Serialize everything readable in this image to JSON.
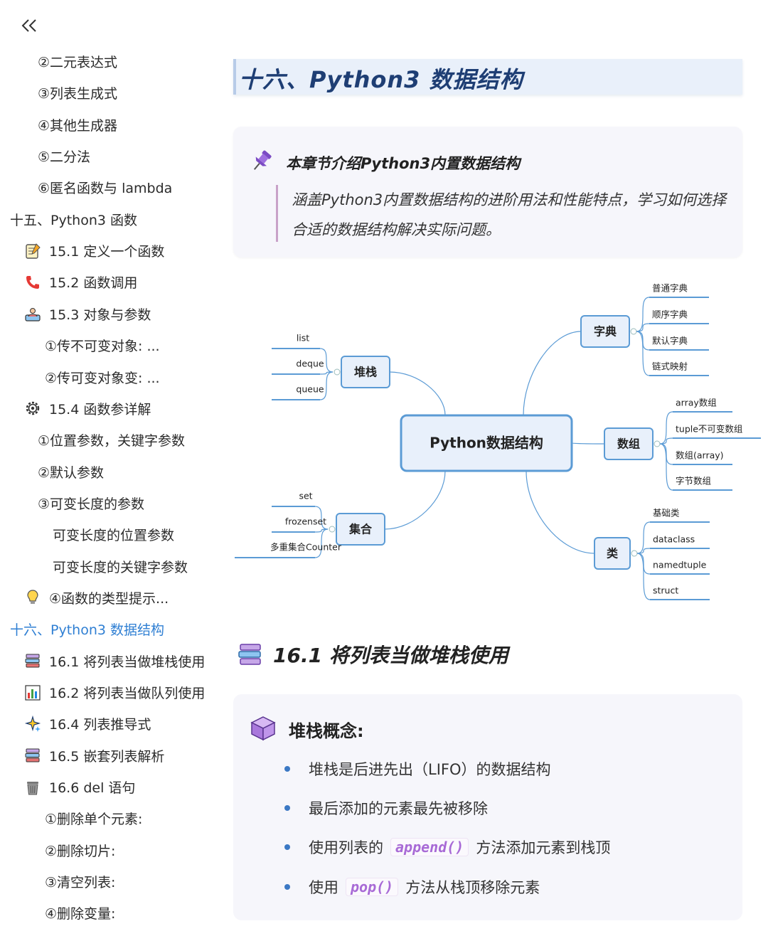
{
  "sidebar": {
    "items": [
      {
        "label": "②二元表达式",
        "indent": 2,
        "icon": ""
      },
      {
        "label": "③列表生成式",
        "indent": 2,
        "icon": ""
      },
      {
        "label": "④其他生成器",
        "indent": 2,
        "icon": ""
      },
      {
        "label": "⑤二分法",
        "indent": 2,
        "icon": ""
      },
      {
        "label": "⑥匿名函数与 lambda",
        "indent": 2,
        "icon": ""
      },
      {
        "label": "十五、Python3 函数",
        "indent": 0,
        "icon": ""
      },
      {
        "label": "15.1 定义一个函数",
        "indent": 1,
        "icon": "memo-icon"
      },
      {
        "label": "15.2 函数调用",
        "indent": 1,
        "icon": "telephone-icon"
      },
      {
        "label": "15.3 对象与参数",
        "indent": 1,
        "icon": "person-upload-icon"
      },
      {
        "label": "①传不可变对象: ...",
        "indent": 3,
        "icon": ""
      },
      {
        "label": "②传可变对象变: ...",
        "indent": 3,
        "icon": ""
      },
      {
        "label": "15.4 函数参详解",
        "indent": 1,
        "icon": "gear-icon"
      },
      {
        "label": "①位置参数，关键字参数",
        "indent": 2,
        "icon": ""
      },
      {
        "label": "②默认参数",
        "indent": 2,
        "icon": ""
      },
      {
        "label": "③可变长度的参数",
        "indent": 2,
        "icon": ""
      },
      {
        "label": "可变长度的位置参数",
        "indent": 4,
        "icon": ""
      },
      {
        "label": "可变长度的关键字参数",
        "indent": 4,
        "icon": ""
      },
      {
        "label": "④函数的类型提示...",
        "indent": 1,
        "icon": "lightbulb-icon"
      },
      {
        "label": "十六、Python3 数据结构",
        "indent": 0,
        "icon": "",
        "active": true
      },
      {
        "label": "16.1 将列表当做堆栈使用",
        "indent": 1,
        "icon": "book-stack-icon"
      },
      {
        "label": "16.2 将列表当做队列使用",
        "indent": 1,
        "icon": "bar-chart-icon"
      },
      {
        "label": "16.4 列表推导式",
        "indent": 1,
        "icon": "sparkle-icon"
      },
      {
        "label": "16.5 嵌套列表解析",
        "indent": 1,
        "icon": "book-stack-icon"
      },
      {
        "label": "16.6 del 语句",
        "indent": 1,
        "icon": "trash-icon"
      },
      {
        "label": "①删除单个元素:",
        "indent": 3,
        "icon": ""
      },
      {
        "label": "②删除切片:",
        "indent": 3,
        "icon": ""
      },
      {
        "label": "③清空列表:",
        "indent": 3,
        "icon": ""
      },
      {
        "label": "④删除变量:",
        "indent": 3,
        "icon": ""
      }
    ]
  },
  "main": {
    "chapter_title": "十六、Python3 数据结构",
    "intro": {
      "heading": "本章节介绍Python3内置数据结构",
      "text": "涵盖Python3内置数据结构的进阶用法和性能特点，学习如何选择合适的数据结构解决实际问题。"
    },
    "mindmap": {
      "root": "Python数据结构",
      "branches": [
        {
          "label": "堆栈",
          "leaves": [
            "list",
            "deque",
            "queue"
          ]
        },
        {
          "label": "集合",
          "leaves": [
            "set",
            "frozenset",
            "多重集合Counter"
          ]
        },
        {
          "label": "字典",
          "leaves": [
            "普通字典",
            "顺序字典",
            "默认字典",
            "链式映射"
          ]
        },
        {
          "label": "数组",
          "leaves": [
            "array数组",
            "tuple不可变数组",
            "数组(array)",
            "字节数组"
          ]
        },
        {
          "label": "类",
          "leaves": [
            "基础类",
            "dataclass",
            "namedtuple",
            "struct"
          ]
        }
      ]
    },
    "section": {
      "heading": "16.1 将列表当做堆栈使用"
    },
    "concept": {
      "heading": "堆栈概念:",
      "bullets": [
        {
          "before": "堆栈是后进先出（LIFO）的数据结构",
          "code": "",
          "after": ""
        },
        {
          "before": "最后添加的元素最先被移除",
          "code": "",
          "after": ""
        },
        {
          "before": "使用列表的",
          "code": "append()",
          "after": "方法添加元素到栈顶"
        },
        {
          "before": "使用",
          "code": "pop()",
          "after": "方法从栈顶移除元素"
        }
      ]
    }
  },
  "colors": {
    "accent": "#2f7fd3",
    "title_bg": "#e9f0fa",
    "title_text": "#1e3e74",
    "card_bg": "#f6f6fb",
    "code_text": "#a86ad6",
    "mindmap_line": "#5b9bd5"
  }
}
